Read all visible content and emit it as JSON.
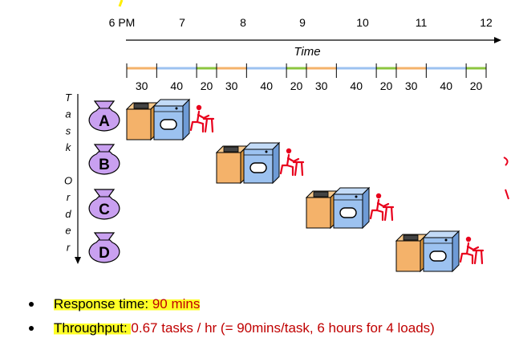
{
  "time_axis": {
    "hours": [
      "6 PM",
      "7",
      "8",
      "9",
      "10",
      "11",
      "12"
    ],
    "label": "Time",
    "segments": [
      {
        "value": "30",
        "color": "#f4b26a"
      },
      {
        "value": "40",
        "color": "#9cc2f0"
      },
      {
        "value": "20",
        "color": "#8cc63f"
      },
      {
        "value": "30",
        "color": "#f4b26a"
      },
      {
        "value": "40",
        "color": "#9cc2f0"
      },
      {
        "value": "20",
        "color": "#8cc63f"
      },
      {
        "value": "30",
        "color": "#f4b26a"
      },
      {
        "value": "40",
        "color": "#9cc2f0"
      },
      {
        "value": "20",
        "color": "#8cc63f"
      },
      {
        "value": "30",
        "color": "#f4b26a"
      },
      {
        "value": "40",
        "color": "#9cc2f0"
      },
      {
        "value": "20",
        "color": "#8cc63f"
      }
    ]
  },
  "task_order_label": [
    "T",
    "a",
    "s",
    "k",
    "",
    "O",
    "r",
    "d",
    "e",
    "r"
  ],
  "loads": [
    {
      "letter": "A",
      "start_min": 0
    },
    {
      "letter": "B",
      "start_min": 90
    },
    {
      "letter": "C",
      "start_min": 180
    },
    {
      "letter": "D",
      "start_min": 270
    }
  ],
  "icons": {
    "bag": "laundry-bag-icon",
    "washer": "washer-icon",
    "dryer": "dryer-icon",
    "folder": "person-folding-icon"
  },
  "colors": {
    "washer": "#f4b26a",
    "dryer": "#9cc2f0",
    "bag": "#c9a0f0",
    "folder": "#e8001c",
    "highlight": "#ffff00",
    "red_text": "#c00000"
  },
  "bullets": {
    "response_label": "Response time: ",
    "response_value": "90 mins",
    "throughput_label": "Throughput: ",
    "throughput_value": "0.67 tasks / hr (= 90mins/task, 6 hours for 4 loads)"
  }
}
